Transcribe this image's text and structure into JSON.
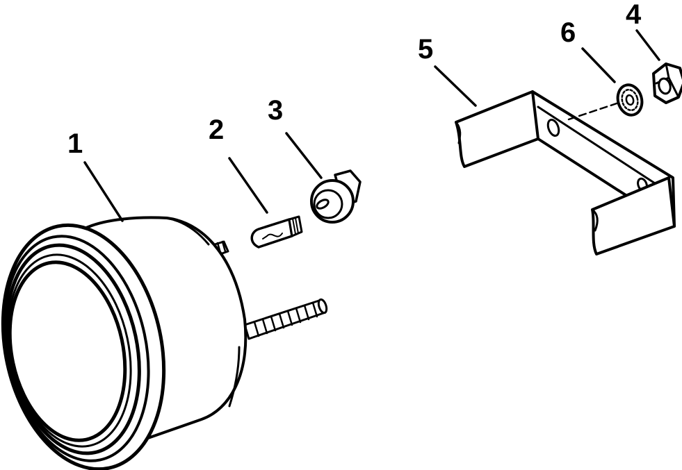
{
  "diagram": {
    "callouts": [
      {
        "id": "1",
        "label": "1",
        "part": "gauge-housing"
      },
      {
        "id": "2",
        "label": "2",
        "part": "bulb"
      },
      {
        "id": "3",
        "label": "3",
        "part": "bulb-socket"
      },
      {
        "id": "4",
        "label": "4",
        "part": "nut"
      },
      {
        "id": "5",
        "label": "5",
        "part": "mounting-bracket"
      },
      {
        "id": "6",
        "label": "6",
        "part": "lock-washer"
      }
    ]
  }
}
